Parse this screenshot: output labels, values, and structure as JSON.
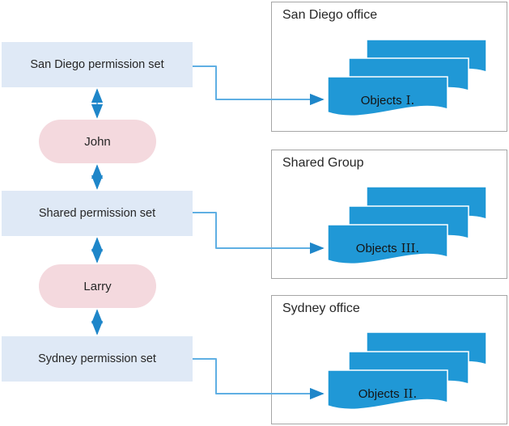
{
  "colors": {
    "permission_box_fill": "#dfe9f6",
    "user_pill_fill": "#f4d9de",
    "document_fill": "#2098d6",
    "container_border": "#a6a6a6",
    "connector_line": "#5fafe3",
    "connector_arrow": "#1e86c9",
    "text_color": "#262626",
    "doc_text_color": "#141414"
  },
  "permission_sets": [
    {
      "label": "San Diego permission set"
    },
    {
      "label": "Shared permission set"
    },
    {
      "label": "Sydney permission set"
    }
  ],
  "users": [
    {
      "name": "John"
    },
    {
      "name": "Larry"
    }
  ],
  "groups": [
    {
      "title": "San Diego office",
      "document_label_prefix": "Objects",
      "document_numeral": "I."
    },
    {
      "title": "Shared Group",
      "document_label_prefix": "Objects",
      "document_numeral": "III."
    },
    {
      "title": "Sydney office",
      "document_label_prefix": "Objects",
      "document_numeral": "II."
    }
  ],
  "connections": [
    {
      "from": "John",
      "to": "San Diego permission set",
      "type": "double-arrow"
    },
    {
      "from": "John",
      "to": "Shared permission set",
      "type": "double-arrow"
    },
    {
      "from": "Larry",
      "to": "Shared permission set",
      "type": "double-arrow"
    },
    {
      "from": "Larry",
      "to": "Sydney permission set",
      "type": "double-arrow"
    },
    {
      "from": "San Diego permission set",
      "to": "Objects I.",
      "type": "arrow"
    },
    {
      "from": "Shared permission set",
      "to": "Objects III.",
      "type": "arrow"
    },
    {
      "from": "Sydney permission set",
      "to": "Objects II.",
      "type": "arrow"
    }
  ]
}
